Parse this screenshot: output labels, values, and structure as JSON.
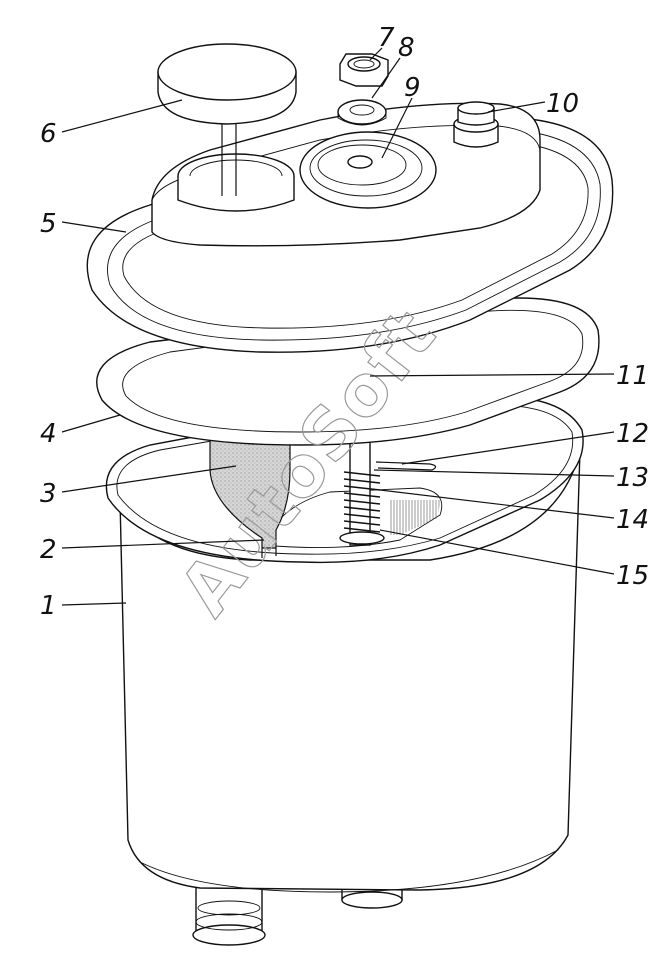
{
  "diagram": {
    "watermark": "AutoSoft",
    "callouts": [
      "1",
      "2",
      "3",
      "4",
      "5",
      "6",
      "7",
      "8",
      "9",
      "10",
      "11",
      "12",
      "13",
      "14",
      "15"
    ]
  }
}
